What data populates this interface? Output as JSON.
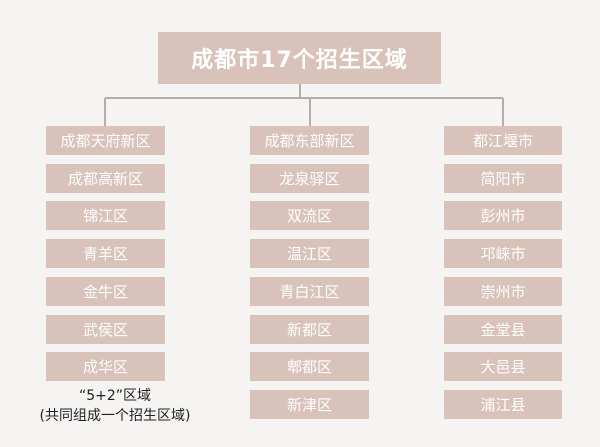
{
  "title": "成都市17个招生区域",
  "columns": [
    {
      "items": [
        "成都天府新区",
        "成都高新区",
        "锦江区",
        "青羊区",
        "金牛区",
        "武侯区",
        "成华区"
      ]
    },
    {
      "items": [
        "成都东部新区",
        "龙泉驿区",
        "双流区",
        "温江区",
        "青白江区",
        "新都区",
        "郫都区",
        "新津区"
      ]
    },
    {
      "items": [
        "都江堰市",
        "简阳市",
        "彭州市",
        "邛崃市",
        "崇州市",
        "金堂县",
        "大邑县",
        "浦江县"
      ]
    }
  ],
  "note": {
    "line1": "“5+2”区域",
    "line2": "(共同组成一个招生区域)"
  },
  "colors": {
    "box": "#d8c2b9",
    "line": "#b8aca6",
    "background": "#f6f4f2"
  }
}
